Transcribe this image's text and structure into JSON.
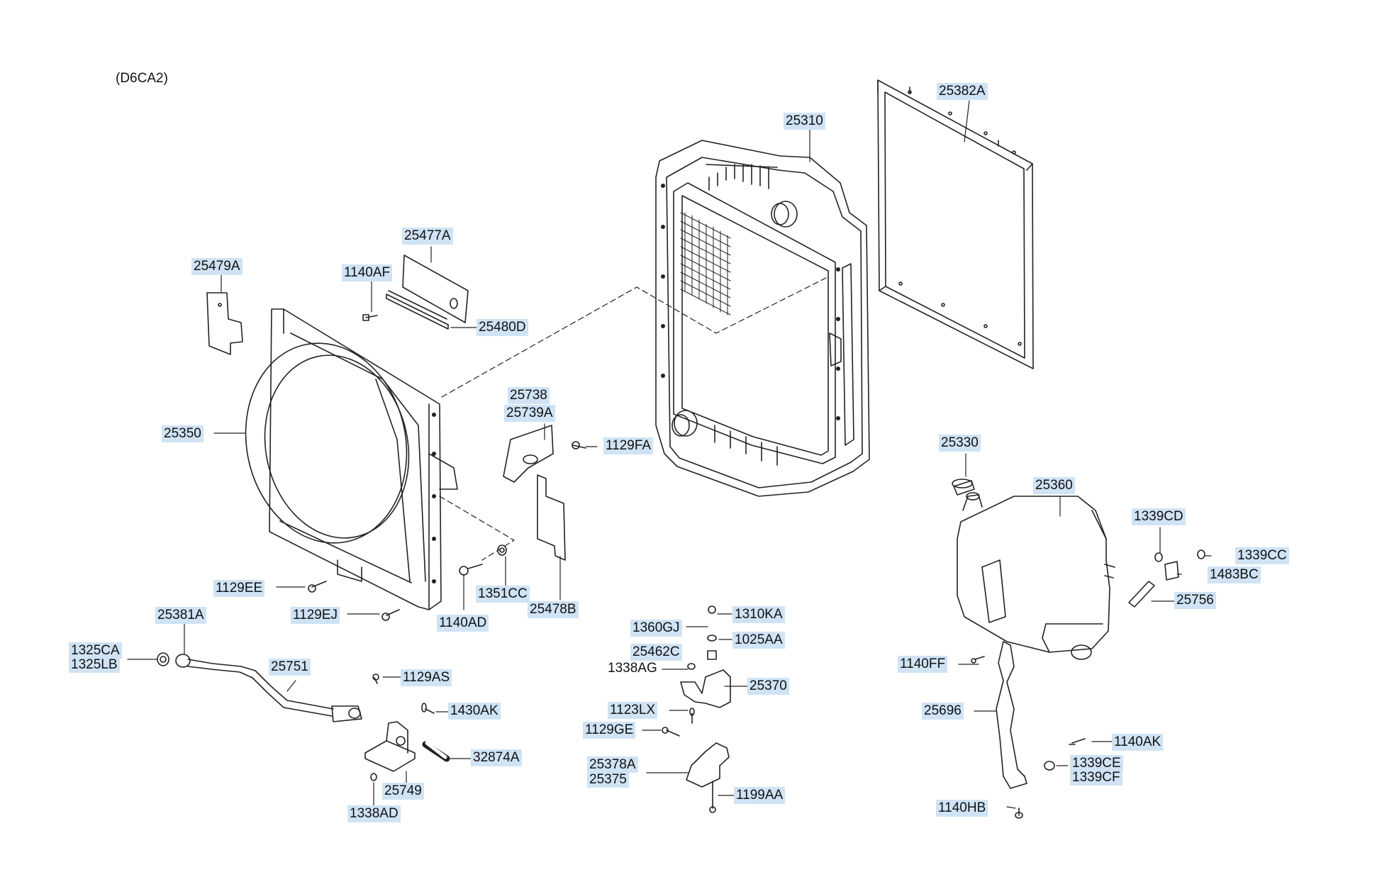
{
  "diagram": {
    "engine_code": "(D6CA2)",
    "parts": [
      {
        "id": "p_25382A",
        "label": "25382A"
      },
      {
        "id": "p_25310",
        "label": "25310"
      },
      {
        "id": "p_25477A",
        "label": "25477A"
      },
      {
        "id": "p_25479A",
        "label": "25479A"
      },
      {
        "id": "p_1140AF",
        "label": "1140AF"
      },
      {
        "id": "p_25480D",
        "label": "25480D"
      },
      {
        "id": "p_25738",
        "label": "25738"
      },
      {
        "id": "p_25739A",
        "label": "25739A"
      },
      {
        "id": "p_1129FA",
        "label": "1129FA"
      },
      {
        "id": "p_25350",
        "label": "25350"
      },
      {
        "id": "p_25330",
        "label": "25330"
      },
      {
        "id": "p_25360",
        "label": "25360"
      },
      {
        "id": "p_1339CD",
        "label": "1339CD"
      },
      {
        "id": "p_1339CC",
        "label": "1339CC"
      },
      {
        "id": "p_1483BC",
        "label": "1483BC"
      },
      {
        "id": "p_25756",
        "label": "25756"
      },
      {
        "id": "p_1129EE",
        "label": "1129EE"
      },
      {
        "id": "p_1351CC",
        "label": "1351CC"
      },
      {
        "id": "p_25478B",
        "label": "25478B"
      },
      {
        "id": "p_1129EJ",
        "label": "1129EJ"
      },
      {
        "id": "p_1140AD",
        "label": "1140AD"
      },
      {
        "id": "p_25381A",
        "label": "25381A"
      },
      {
        "id": "p_1310KA",
        "label": "1310KA"
      },
      {
        "id": "p_1360GJ",
        "label": "1360GJ"
      },
      {
        "id": "p_1025AA",
        "label": "1025AA"
      },
      {
        "id": "p_25462C",
        "label": "25462C"
      },
      {
        "id": "p_1325CA",
        "label": "1325CA"
      },
      {
        "id": "p_1325LB",
        "label": "1325LB"
      },
      {
        "id": "p_25751",
        "label": "25751"
      },
      {
        "id": "p_1338AG",
        "label": "1338AG"
      },
      {
        "id": "p_1129AS",
        "label": "1129AS"
      },
      {
        "id": "p_25370",
        "label": "25370"
      },
      {
        "id": "p_1140FF",
        "label": "1140FF"
      },
      {
        "id": "p_1430AK",
        "label": "1430AK"
      },
      {
        "id": "p_1123LX",
        "label": "1123LX"
      },
      {
        "id": "p_25696",
        "label": "25696"
      },
      {
        "id": "p_1129GE",
        "label": "1129GE"
      },
      {
        "id": "p_32874A",
        "label": "32874A"
      },
      {
        "id": "p_1140AK",
        "label": "1140AK"
      },
      {
        "id": "p_25378A",
        "label": "25378A"
      },
      {
        "id": "p_25375",
        "label": "25375"
      },
      {
        "id": "p_1339CE",
        "label": "1339CE"
      },
      {
        "id": "p_1339CF",
        "label": "1339CF"
      },
      {
        "id": "p_25749",
        "label": "25749"
      },
      {
        "id": "p_1199AA",
        "label": "1199AA"
      },
      {
        "id": "p_1338AD",
        "label": "1338AD"
      },
      {
        "id": "p_1140HB",
        "label": "1140HB"
      }
    ]
  }
}
